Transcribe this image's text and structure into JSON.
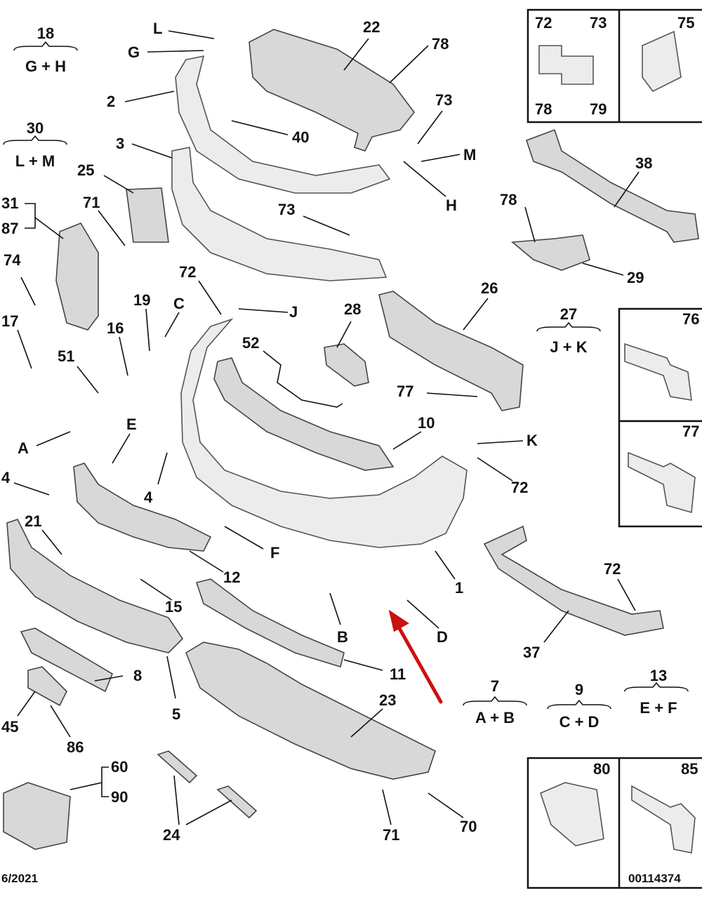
{
  "callouts": [
    {
      "id": "c18",
      "text": "18"
    },
    {
      "id": "cGH",
      "text": "G + H"
    },
    {
      "id": "cL",
      "text": "L"
    },
    {
      "id": "cG",
      "text": "G"
    },
    {
      "id": "c2",
      "text": "2"
    },
    {
      "id": "c22",
      "text": "22"
    },
    {
      "id": "c78a",
      "text": "78"
    },
    {
      "id": "c30",
      "text": "30"
    },
    {
      "id": "cLM",
      "text": "L + M"
    },
    {
      "id": "c40",
      "text": "40"
    },
    {
      "id": "c73a",
      "text": "73"
    },
    {
      "id": "cM",
      "text": "M"
    },
    {
      "id": "cH",
      "text": "H"
    },
    {
      "id": "c3",
      "text": "3"
    },
    {
      "id": "c25",
      "text": "25"
    },
    {
      "id": "c71a",
      "text": "71"
    },
    {
      "id": "c31",
      "text": "31"
    },
    {
      "id": "c87",
      "text": "87"
    },
    {
      "id": "c73b",
      "text": "73"
    },
    {
      "id": "c38",
      "text": "38"
    },
    {
      "id": "c78b",
      "text": "78"
    },
    {
      "id": "c29",
      "text": "29"
    },
    {
      "id": "c74",
      "text": "74"
    },
    {
      "id": "c72a",
      "text": "72"
    },
    {
      "id": "c19",
      "text": "19"
    },
    {
      "id": "cC",
      "text": "C"
    },
    {
      "id": "cJ",
      "text": "J"
    },
    {
      "id": "c28",
      "text": "28"
    },
    {
      "id": "c26",
      "text": "26"
    },
    {
      "id": "c27",
      "text": "27"
    },
    {
      "id": "cJK",
      "text": "J + K"
    },
    {
      "id": "c17",
      "text": "17"
    },
    {
      "id": "c16",
      "text": "16"
    },
    {
      "id": "c52",
      "text": "52"
    },
    {
      "id": "c51",
      "text": "51"
    },
    {
      "id": "c77",
      "text": "77"
    },
    {
      "id": "cE",
      "text": "E"
    },
    {
      "id": "c10",
      "text": "10"
    },
    {
      "id": "cK",
      "text": "K"
    },
    {
      "id": "cA",
      "text": "A"
    },
    {
      "id": "c72b",
      "text": "72"
    },
    {
      "id": "c4a",
      "text": "4"
    },
    {
      "id": "c4b",
      "text": "4"
    },
    {
      "id": "c21",
      "text": "21"
    },
    {
      "id": "cF",
      "text": "F"
    },
    {
      "id": "c12",
      "text": "12"
    },
    {
      "id": "c1",
      "text": "1"
    },
    {
      "id": "c72c",
      "text": "72"
    },
    {
      "id": "c15",
      "text": "15"
    },
    {
      "id": "cB",
      "text": "B"
    },
    {
      "id": "cD",
      "text": "D"
    },
    {
      "id": "c37",
      "text": "37"
    },
    {
      "id": "c8",
      "text": "8"
    },
    {
      "id": "c11",
      "text": "11"
    },
    {
      "id": "c23",
      "text": "23"
    },
    {
      "id": "c7",
      "text": "7"
    },
    {
      "id": "cAB",
      "text": "A + B"
    },
    {
      "id": "c9",
      "text": "9"
    },
    {
      "id": "cCD",
      "text": "C + D"
    },
    {
      "id": "c13",
      "text": "13"
    },
    {
      "id": "cEF",
      "text": "E + F"
    },
    {
      "id": "c45",
      "text": "45"
    },
    {
      "id": "c5",
      "text": "5"
    },
    {
      "id": "c86",
      "text": "86"
    },
    {
      "id": "c60",
      "text": "60"
    },
    {
      "id": "c90",
      "text": "90"
    },
    {
      "id": "c24",
      "text": "24"
    },
    {
      "id": "c71b",
      "text": "71"
    },
    {
      "id": "c70",
      "text": "70"
    }
  ],
  "inset_boxes": [
    {
      "id": "box_fastener_top",
      "labels": [
        "72",
        "73",
        "75",
        "78",
        "79"
      ]
    },
    {
      "id": "box_bolt_76",
      "labels": [
        "76"
      ]
    },
    {
      "id": "box_screw_77",
      "labels": [
        "77"
      ]
    },
    {
      "id": "box_clip_bottom",
      "labels": [
        "80",
        "85"
      ]
    }
  ],
  "footer": {
    "date": "6/2021",
    "reference": "00114374"
  },
  "colors": {
    "line": "#111111",
    "part_fill": "#ececec",
    "arrow": "#cc1111"
  }
}
